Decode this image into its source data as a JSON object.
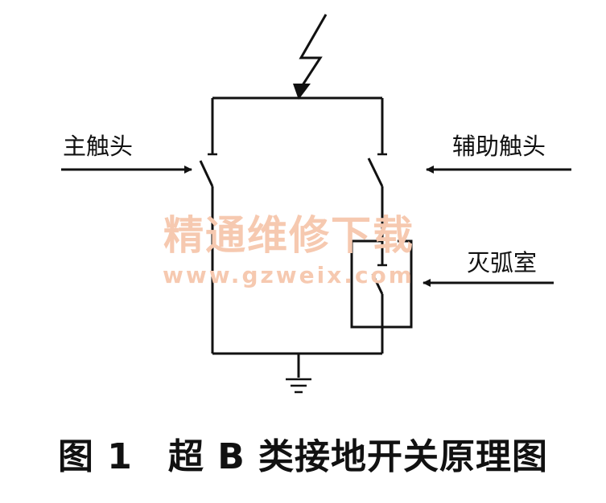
{
  "labels": {
    "main_contact": "主触头",
    "aux_contact": "辅助触头",
    "arc_chamber": "灭弧室"
  },
  "watermark": {
    "text": "精通维修下载",
    "url": "www.gzweix.com"
  },
  "caption": {
    "figure_number": "图 1",
    "title": "超 B 类接地开关原理图"
  },
  "icons": [
    "lightning-arrow-icon",
    "ground-symbol-icon"
  ],
  "colors": {
    "line": "#111111",
    "watermark": "#f6c9b0",
    "background": "#ffffff"
  }
}
